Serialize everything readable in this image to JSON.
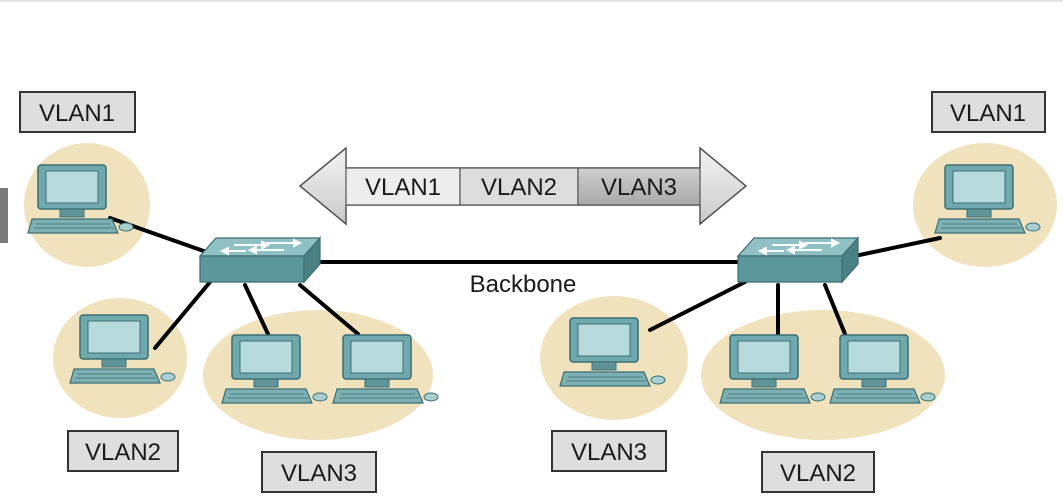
{
  "colors": {
    "halo": "#efe2bd",
    "label_bg": "#dedede",
    "label_border": "#333333",
    "link": "#000000",
    "switch_top": "#7fb5b8",
    "switch_side": "#4f8c90",
    "monitor": "#6fa9ad",
    "screen": "#b7dadc"
  },
  "labels": {
    "left_top": "VLAN1",
    "left_bottom_a": "VLAN2",
    "left_bottom_b": "VLAN3",
    "right_top": "VLAN1",
    "right_bottom_a": "VLAN3",
    "right_bottom_b": "VLAN2",
    "backbone": "Backbone"
  },
  "trunk": {
    "segments": [
      "VLAN1",
      "VLAN2",
      "VLAN3"
    ]
  },
  "icons": {
    "switch": "switch-icon",
    "computer": "computer-icon",
    "trunk": "double-arrow-icon"
  }
}
